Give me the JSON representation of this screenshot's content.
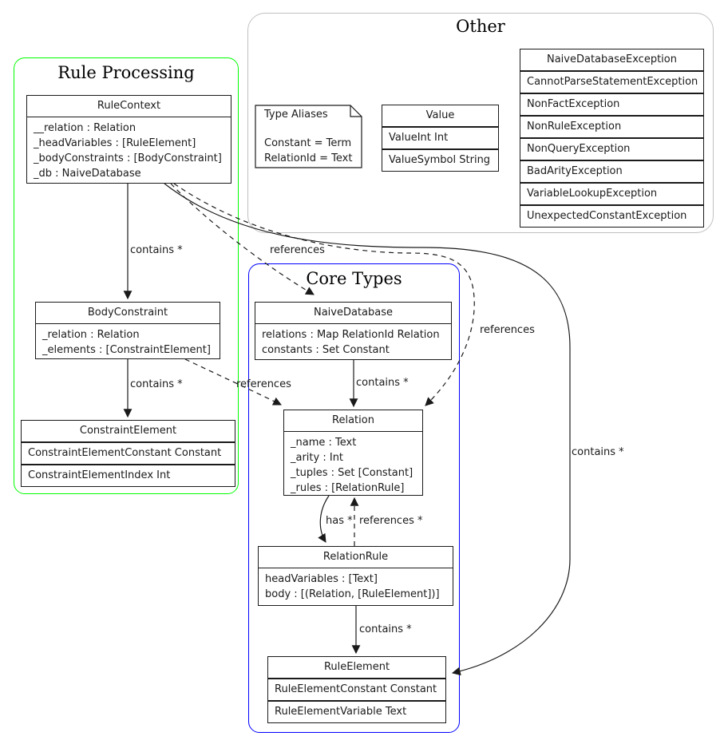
{
  "clusters": {
    "ruleProcessing": {
      "title": "Rule Processing",
      "borderColor": "#00ff00"
    },
    "other": {
      "title": "Other",
      "borderColor": "#c0c0c0"
    },
    "coreTypes": {
      "title": "Core Types",
      "borderColor": "#0000ff"
    }
  },
  "note": {
    "title": "Type Aliases",
    "lines": [
      "Constant = Term",
      "RelationId = Text"
    ]
  },
  "boxes": {
    "ruleContext": {
      "title": "RuleContext",
      "fields": [
        "__relation : Relation",
        "_headVariables : [RuleElement]",
        "_bodyConstraints : [BodyConstraint]",
        "_db : NaiveDatabase"
      ]
    },
    "bodyConstraint": {
      "title": "BodyConstraint",
      "fields": [
        "_relation : Relation",
        "_elements : [ConstraintElement]"
      ]
    },
    "constraintElement": {
      "title": "ConstraintElement",
      "rows": [
        "ConstraintElementConstant Constant",
        "ConstraintElementIndex Int"
      ]
    },
    "value": {
      "title": "Value",
      "rows": [
        "ValueInt Int",
        "ValueSymbol String"
      ]
    },
    "exceptions": {
      "title": "NaiveDatabaseException",
      "rows": [
        "CannotParseStatementException",
        "NonFactException",
        "NonRuleException",
        "NonQueryException",
        "BadArityException",
        "VariableLookupException",
        "UnexpectedConstantException"
      ]
    },
    "naiveDatabase": {
      "title": "NaiveDatabase",
      "fields": [
        "relations : Map RelationId Relation",
        "constants : Set Constant"
      ]
    },
    "relation": {
      "title": "Relation",
      "fields": [
        "_name : Text",
        "_arity : Int",
        "_tuples : Set [Constant]",
        "_rules : [RelationRule]"
      ]
    },
    "relationRule": {
      "title": "RelationRule",
      "fields": [
        "headVariables : [Text]",
        "body : [(Relation, [RuleElement])]"
      ]
    },
    "ruleElement": {
      "title": "RuleElement",
      "rows": [
        "RuleElementConstant Constant",
        "RuleElementVariable Text"
      ]
    }
  },
  "edges": {
    "ruleContextToBodyConstraint": {
      "label": "contains *",
      "style": "solid"
    },
    "bodyConstraintToConstraintElement": {
      "label": "contains *",
      "style": "solid"
    },
    "ruleContextToNaiveDatabase": {
      "label": "references",
      "style": "dashed"
    },
    "ruleContextToRelation": {
      "label": "references",
      "style": "dashed"
    },
    "ruleContextToRuleElement": {
      "label": "contains *",
      "style": "solid"
    },
    "bodyConstraintToRelation": {
      "label": "references",
      "style": "dashed"
    },
    "naiveDatabaseToRelation": {
      "label": "contains *",
      "style": "solid"
    },
    "relationToRelationRule": {
      "label": "has *",
      "style": "solid"
    },
    "relationRuleToRelation": {
      "label": "references *",
      "style": "dashed"
    },
    "relationRuleToRuleElement": {
      "label": "contains *",
      "style": "solid"
    }
  }
}
